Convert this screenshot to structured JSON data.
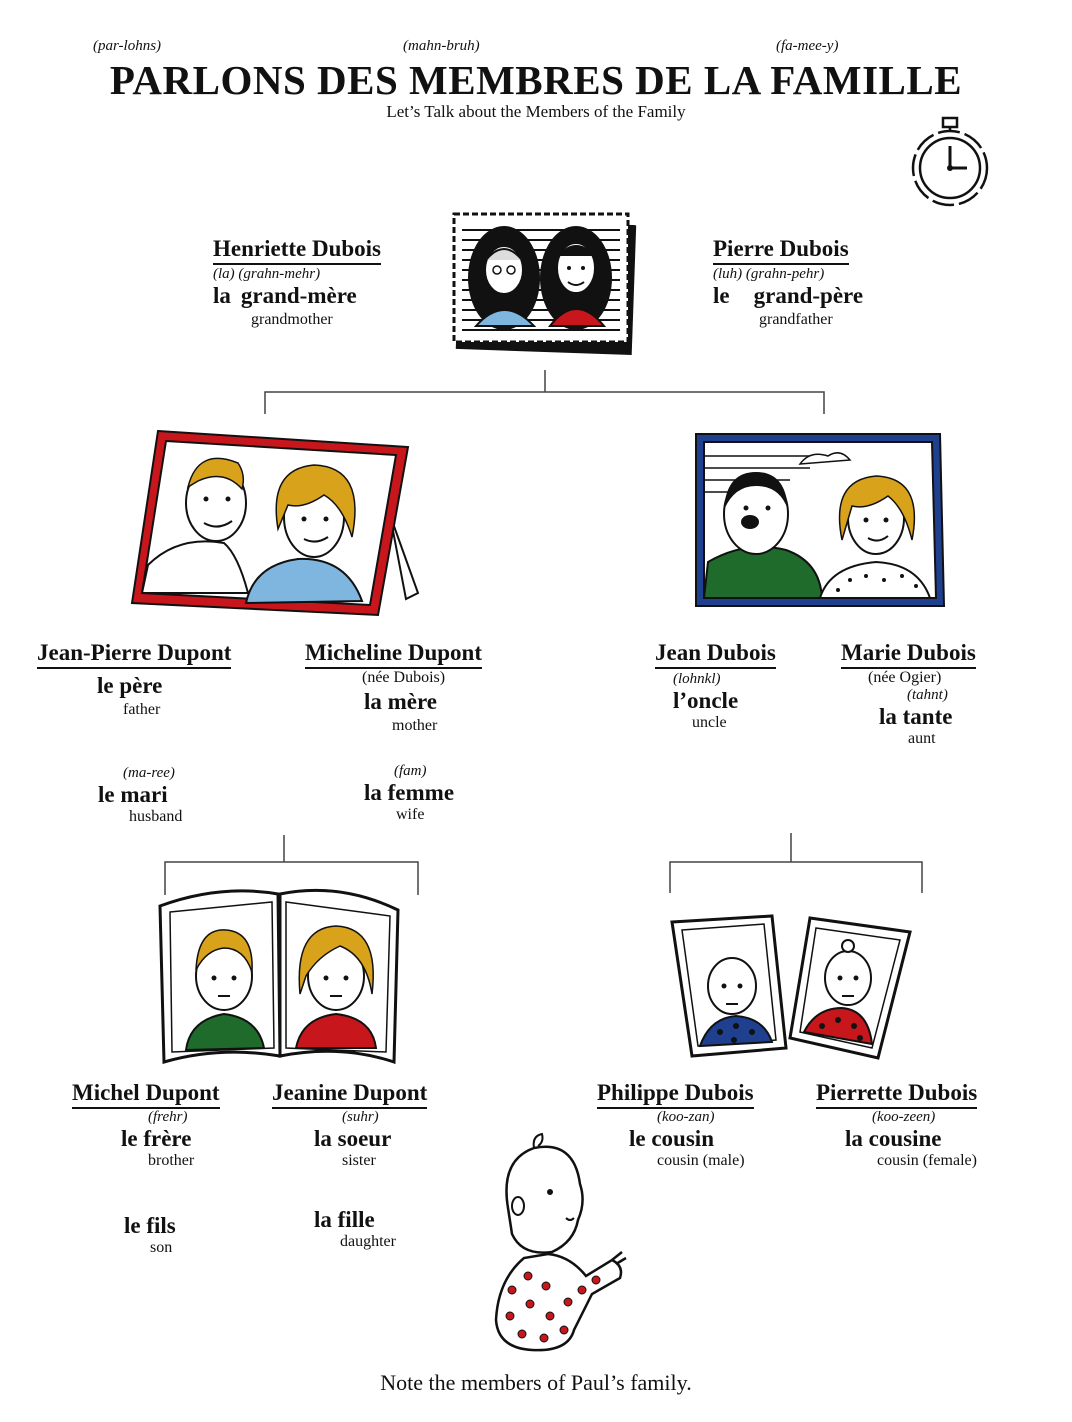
{
  "header": {
    "pron_parlons": "(par-lohns)",
    "pron_membres": "(mahn-bruh)",
    "pron_famille": "(fa-mee-y)",
    "title": "PARLONS DES MEMBRES DE LA FAMILLE",
    "subtitle": "Let’s Talk about the Members of the Family"
  },
  "grandparents": {
    "grandmother": {
      "name": "Henriette Dubois",
      "pron": "(la) (grahn-mehr)",
      "article": "la",
      "word": "grand-mère",
      "english": "grandmother"
    },
    "grandfather": {
      "name": "Pierre Dubois",
      "pron": "(luh) (grahn-pehr)",
      "article": "le",
      "word": "grand-père",
      "english": "grandfather"
    }
  },
  "parents": {
    "father": {
      "name": "Jean-Pierre Dupont",
      "word": "le père",
      "english": "father",
      "pron2": "(ma-ree)",
      "word2": "le mari",
      "english2": "husband"
    },
    "mother": {
      "name": "Micheline Dupont",
      "note": "(née Dubois)",
      "word": "la mère",
      "english": "mother",
      "pron2": "(fam)",
      "word2": "la femme",
      "english2": "wife"
    }
  },
  "uncle_aunt": {
    "uncle": {
      "name": "Jean Dubois",
      "pron": "(lohnkl)",
      "word": "l’oncle",
      "english": "uncle"
    },
    "aunt": {
      "name": "Marie Dubois",
      "note": "(née Ogier)",
      "pron": "(tahnt)",
      "word": "la tante",
      "english": "aunt"
    }
  },
  "children": {
    "brother": {
      "name": "Michel Dupont",
      "pron": "(frehr)",
      "word": "le frère",
      "english": "brother",
      "word2": "le fils",
      "english2": "son"
    },
    "sister": {
      "name": "Jeanine Dupont",
      "pron": "(suhr)",
      "word": "la soeur",
      "english": "sister",
      "word2": "la fille",
      "english2": "daughter"
    }
  },
  "cousins": {
    "male": {
      "name": "Philippe Dubois",
      "pron": "(koo-zan)",
      "word": "le cousin",
      "english": "cousin (male)"
    },
    "female": {
      "name": "Pierrette Dubois",
      "pron": "(koo-zeen)",
      "word": "la cousine",
      "english": "cousin (female)"
    }
  },
  "footer": "Note the members of Paul’s family.",
  "colors": {
    "red_frame": "#c8161d",
    "blue_frame": "#1f3f8f",
    "green": "#1e6b2c",
    "skin": "#fff",
    "hair": "#d9a21b",
    "light_blue": "#7fb6df"
  },
  "icons": [
    "stopwatch-icon"
  ]
}
